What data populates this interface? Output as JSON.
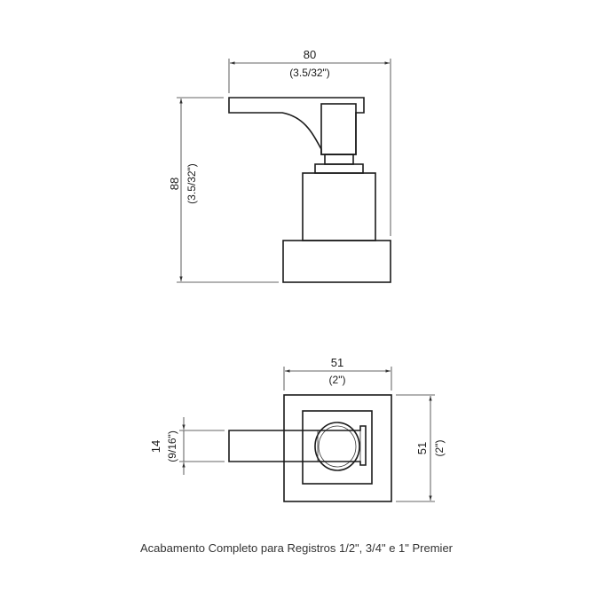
{
  "side_view": {
    "width_mm": "80",
    "width_in": "(3.5/32\")",
    "height_mm": "88",
    "height_in": "(3.5/32\")"
  },
  "top_view": {
    "width_mm": "51",
    "width_in": "(2\")",
    "height_mm": "51",
    "height_in": "(2\")",
    "lever_mm": "14",
    "lever_in": "(9/16\")"
  },
  "caption": "Acabamento Completo para Registros 1/2\", 3/4\" e 1\" Premier",
  "colors": {
    "line": "#1a1a1a",
    "text": "#1a1a1a",
    "background": "#ffffff"
  }
}
